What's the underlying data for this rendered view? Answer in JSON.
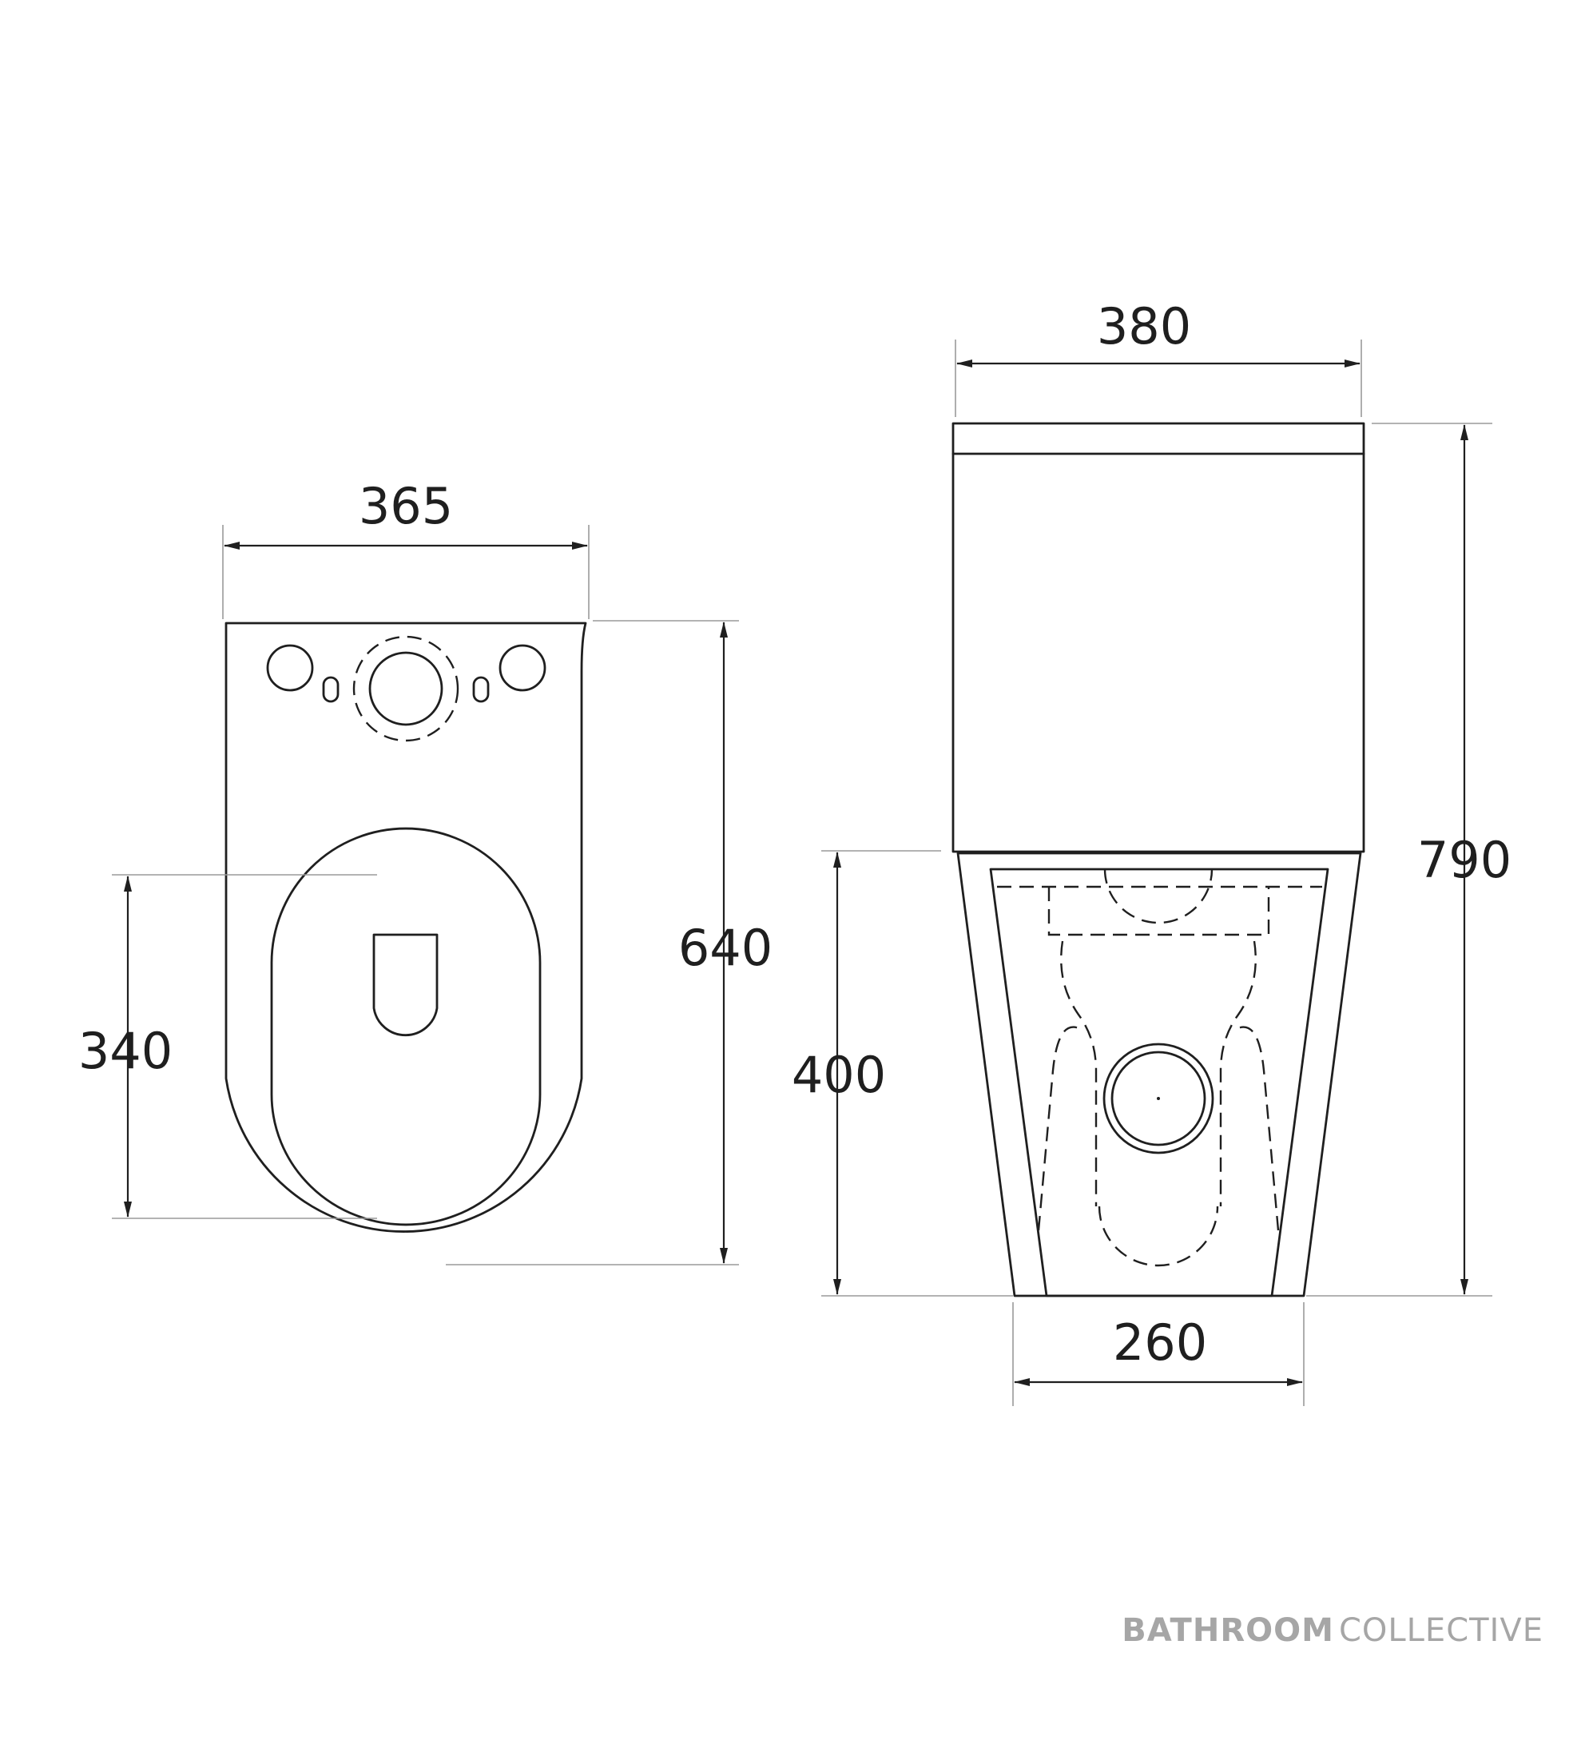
{
  "dimensions": {
    "top_view_width": "365",
    "top_view_depth": "640",
    "seat_depth": "340",
    "front_view_width": "380",
    "front_view_height": "790",
    "seat_height": "400",
    "base_width": "260"
  },
  "brand": {
    "primary": "BATHROOM",
    "secondary": "COLLECTIVE"
  },
  "colors": {
    "line": "#1f1f1f",
    "extension_line": "#9a9a9a",
    "brand_text": "#a6a6a6"
  }
}
